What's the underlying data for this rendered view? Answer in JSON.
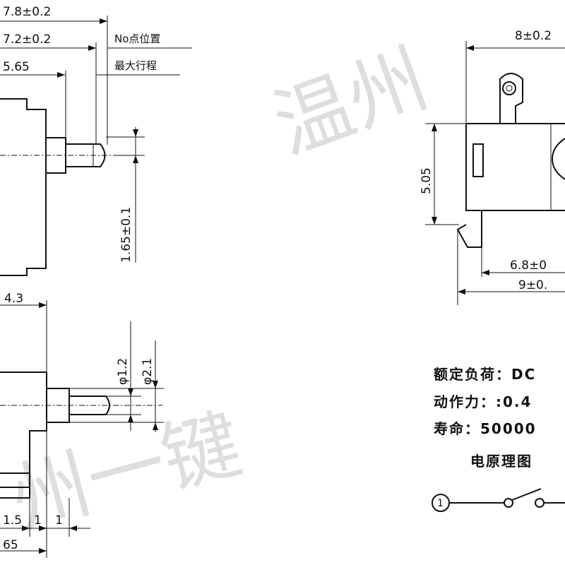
{
  "dimensions": {
    "d_7_8": "7.8±0.2",
    "d_7_2": "7.2±0.2",
    "d_5_65_top": "5.65",
    "d_1_65": "1.65±0.1",
    "d_4_3": "4.3",
    "d_phi_1_2": "φ1.2",
    "d_phi_2_1": "φ2.1",
    "d_1_5": "1.5",
    "d_1_a": "1",
    "d_1_b": "1",
    "d_5_65_bottom": "65",
    "d_8": "8±0.2",
    "d_5_05": "5.05",
    "d_6_8": "6.8±0",
    "d_9": "9±0."
  },
  "notes": {
    "no_position": "No点位置",
    "max_travel": "最大行程"
  },
  "specs": {
    "rated_load": "额定负荷：DC",
    "operating_force": "动作力：:0.4",
    "life": "寿命：50000",
    "schematic_title": "电原理图"
  },
  "schematic": {
    "pin1": "1"
  },
  "watermark": {
    "top": "温州",
    "bottom": "州一键"
  }
}
